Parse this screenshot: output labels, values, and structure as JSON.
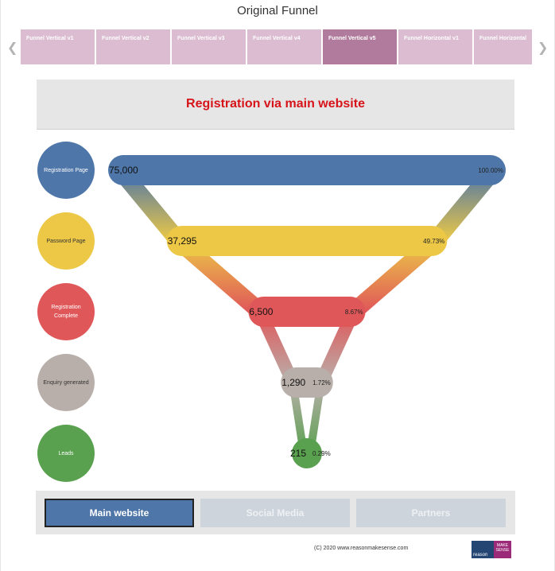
{
  "page": {
    "title": "Original Funnel"
  },
  "nav": {
    "prev_icon": "chevron-left-icon",
    "next_icon": "chevron-right-icon"
  },
  "tabs": [
    {
      "label": "Funnel Vertical v1",
      "active": false
    },
    {
      "label": "Funnel Vertical v2",
      "active": false
    },
    {
      "label": "Funnel Vertical v3",
      "active": false
    },
    {
      "label": "Funnel Vertical v4",
      "active": false
    },
    {
      "label": "Funnel Vertical v5",
      "active": true
    },
    {
      "label": "Funnel Horizontal v1",
      "active": false
    },
    {
      "label": "Funnel Horizontal",
      "active": false
    }
  ],
  "header": {
    "title": "Registration via main website"
  },
  "stages": [
    {
      "label": "Registration Page",
      "value": 75000,
      "value_label": "75,000",
      "pct_label": "100.00%",
      "color": "#4e76a8",
      "text_color": "#ffffff"
    },
    {
      "label": "Password Page",
      "value": 37295,
      "value_label": "37,295",
      "pct_label": "49.73%",
      "color": "#ecc846",
      "text_color": "#333333"
    },
    {
      "label": "Registration Complete",
      "value": 6500,
      "value_label": "6,500",
      "pct_label": "8.67%",
      "color": "#e05759",
      "text_color": "#ffffff"
    },
    {
      "label": "Enquiry generated",
      "value": 1290,
      "value_label": "1,290",
      "pct_label": "1.72%",
      "color": "#b9afaa",
      "text_color": "#333333"
    },
    {
      "label": "Leads",
      "value": 215,
      "value_label": "215",
      "pct_label": "0.29%",
      "color": "#59a14f",
      "text_color": "#ffffff"
    }
  ],
  "chart_data": {
    "type": "funnel",
    "categories": [
      "Registration Page",
      "Password Page",
      "Registration Complete",
      "Enquiry generated",
      "Leads"
    ],
    "values": [
      75000,
      37295,
      6500,
      1290,
      215
    ],
    "percent_of_first": [
      100.0,
      49.73,
      8.67,
      1.72,
      0.29
    ]
  },
  "segments": [
    {
      "label": "Main website",
      "active": true
    },
    {
      "label": "Social Media",
      "active": false
    },
    {
      "label": "Partners",
      "active": false
    }
  ],
  "footer": {
    "copyright": "(C) 2020 www.reasonmakesense.com",
    "logo_left": "reason",
    "logo_right": "MAKE SENSE"
  }
}
